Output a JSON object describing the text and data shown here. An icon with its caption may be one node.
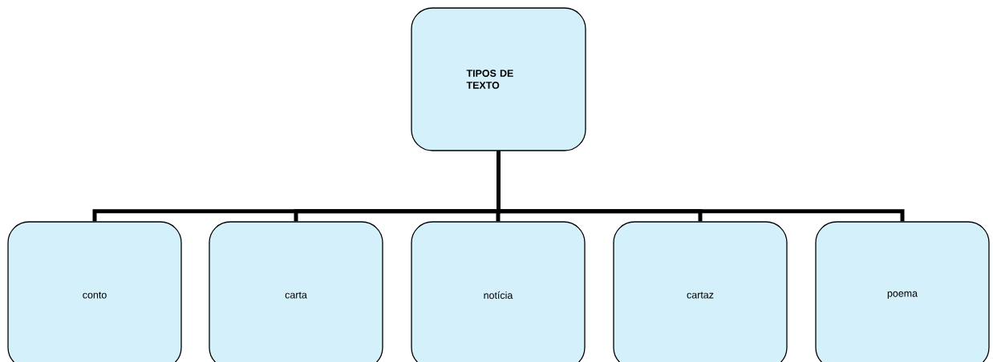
{
  "diagram": {
    "nodes": [
      {
        "text": [
          "TIPOS DE TEXTO"
        ]
      },
      {
        "text": [
          "conto"
        ]
      },
      {
        "text": [
          "carta"
        ]
      },
      {
        "text": [
          "notícia"
        ]
      },
      {
        "text": [
          "cartaz"
        ]
      },
      {
        "text": [
          "poema"
        ]
      }
    ],
    "edges": [
      {
        "from": 0,
        "to": 1,
        "arrow": "none"
      },
      {
        "from": 0,
        "to": 2,
        "arrow": "none"
      },
      {
        "from": 0,
        "to": 3,
        "arrow": "none"
      },
      {
        "from": 0,
        "to": 4,
        "arrow": "none"
      },
      {
        "from": 0,
        "to": 5,
        "arrow": "none"
      }
    ]
  }
}
